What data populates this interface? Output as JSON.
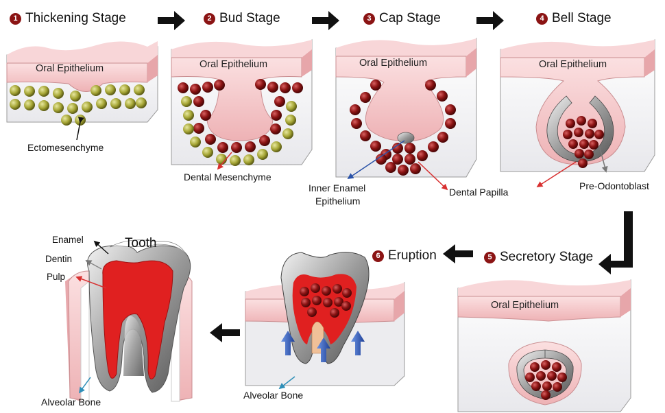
{
  "stages": [
    {
      "num": "1",
      "title": "Thickening Stage"
    },
    {
      "num": "2",
      "title": "Bud Stage"
    },
    {
      "num": "3",
      "title": "Cap Stage"
    },
    {
      "num": "4",
      "title": "Bell Stage"
    },
    {
      "num": "5",
      "title": "Secretory Stage"
    },
    {
      "num": "6",
      "title": "Eruption"
    }
  ],
  "labels": {
    "oral_epithelium": "Oral Epithelium",
    "ectomesenchyme": "Ectomesenchyme",
    "dental_mesenchyme": "Dental Mesenchyme",
    "inner_enamel_line1": "Inner Enamel",
    "inner_enamel_line2": "Epithelium",
    "dental_papilla": "Dental Papilla",
    "pre_odontoblast": "Pre-Odontoblast",
    "alveolar_bone": "Alveolar Bone",
    "tooth": "Tooth",
    "enamel": "Enamel",
    "dentin": "Dentin",
    "pulp": "Pulp"
  },
  "colors": {
    "epithelium": "#f2c4c6",
    "epithelium_edge": "#c98d90",
    "yellow_cell": "#a8a83a",
    "red_cell": "#8c1414",
    "arrow_black": "#111111",
    "arrow_blue": "#2a52a8",
    "pulp_red": "#e02020",
    "number_badge": "#8b1414"
  }
}
